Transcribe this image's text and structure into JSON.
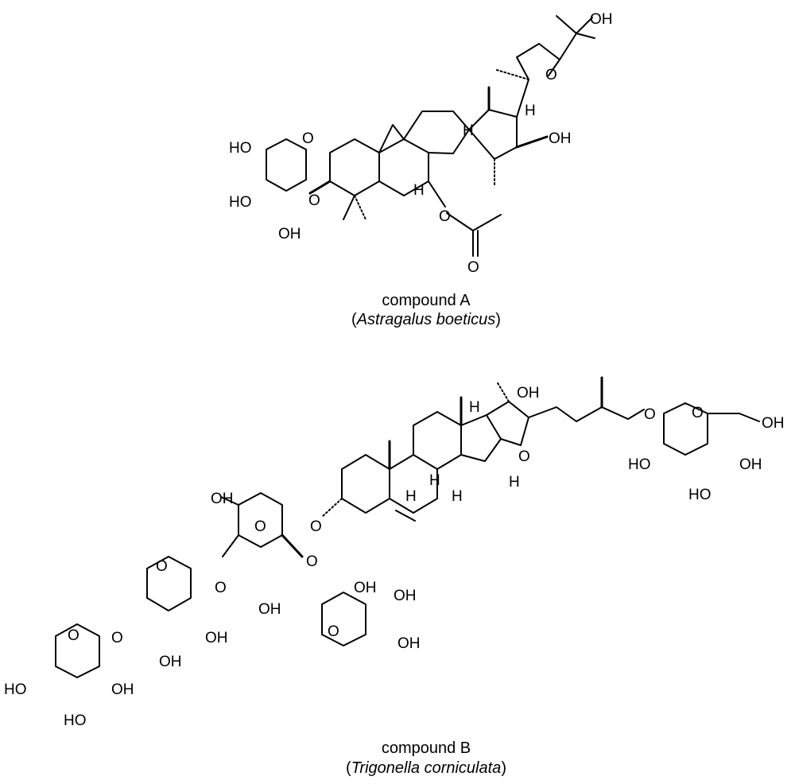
{
  "compound_a": {
    "caption_name": "compound A",
    "source_open": "(",
    "source_species": "Astragalus boeticus",
    "source_close": ")",
    "labels": {
      "oh_side_chain": "OH",
      "o_furan": "O",
      "h_c17": "H",
      "oh_c16": "OH",
      "o_xylose_ring": "O",
      "ho_xylose_c4": "HO",
      "ho_xylose_c3": "HO",
      "oh_xylose_c2": "OH",
      "o_glycosidic": "O",
      "h_c8": "H",
      "h_c5": "H",
      "o_acetate": "O",
      "o_carbonyl": "O"
    }
  },
  "compound_b": {
    "caption_name": "compound B",
    "source_open": "(",
    "source_species": "Trigonella corniculata",
    "source_close": ")",
    "labels": {
      "oh_c22": "OH",
      "o_e_ring": "O",
      "h_c14_top": "H",
      "h_c16": "H",
      "h_c8": "H",
      "h_c9": "H",
      "h_c14": "H",
      "o_c3": "O",
      "o_c26": "O",
      "o_glc26_ring": "O",
      "oh_glc26_c6": "OH",
      "ho_glc26_c2": "HO",
      "ho_glc26_c3": "HO",
      "oh_glc26_c4": "OH",
      "oh_glc_c6": "OH",
      "o_glc_ring": "O",
      "o_glc_c4": "O",
      "oh_glc_c3": "OH",
      "o_glc_c2": "O",
      "o_rha1_ring": "O",
      "oh_rha1_c2": "OH",
      "oh_rha1_c3": "OH",
      "oh_rha1_c4": "OH",
      "o_rha2_ring": "O",
      "o_rha2_c4": "O",
      "oh_rha2_c2": "OH",
      "oh_rha2_c3": "OH",
      "o_rha3_ring": "O",
      "ho_rha3_c4": "HO",
      "ho_rha3_c3": "HO",
      "oh_rha3_c2": "OH"
    }
  }
}
